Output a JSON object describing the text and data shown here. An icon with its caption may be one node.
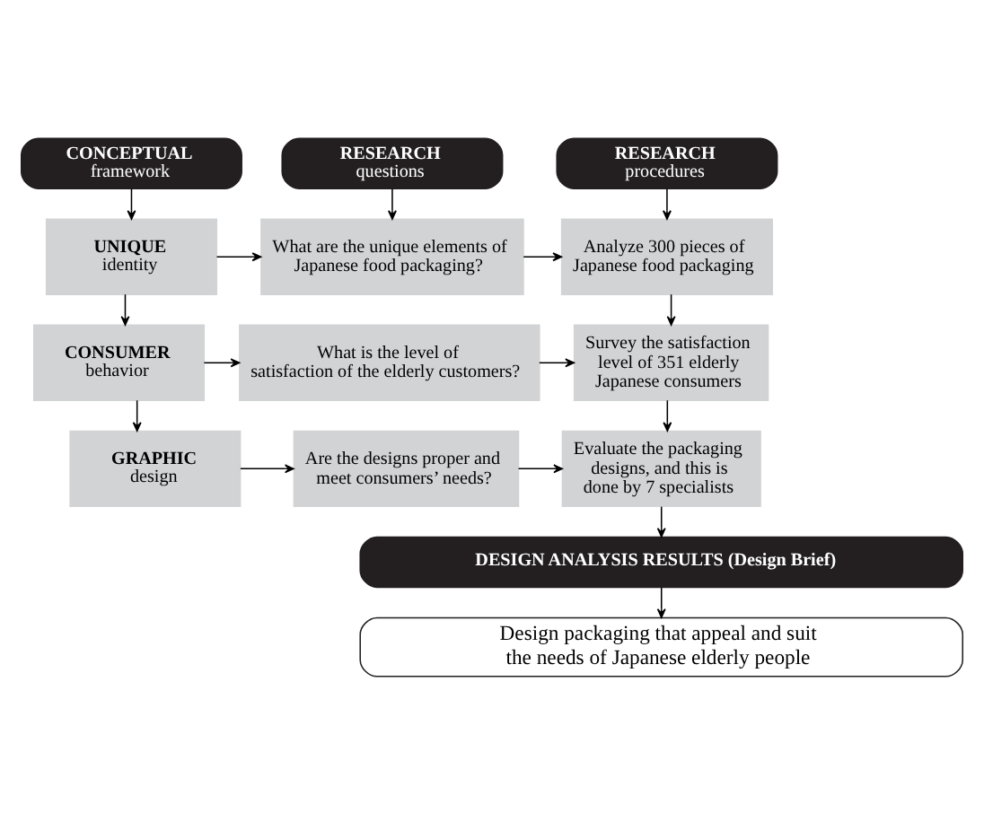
{
  "diagram": {
    "nodes": [
      {
        "text": [
          "CONCEPTUAL",
          "framework"
        ]
      },
      {
        "text": [
          "RESEARCH",
          "questions"
        ]
      },
      {
        "text": [
          "RESEARCH",
          "procedures"
        ]
      },
      {
        "text": [
          "UNIQUE",
          "identity"
        ]
      },
      {
        "text": [
          "What are the unique elements of Japanese food packaging?"
        ]
      },
      {
        "text": [
          "Analyze 300 pieces of Japanese food packaging"
        ]
      },
      {
        "text": [
          "CONSUMER",
          "behavior"
        ]
      },
      {
        "text": [
          "What is the level of satisfaction of the elderly customers?"
        ]
      },
      {
        "text": [
          "Survey the satisfaction level of 351 elderly Japanese consumers"
        ]
      },
      {
        "text": [
          "GRAPHIC",
          "design"
        ]
      },
      {
        "text": [
          "Are the designs proper and meet consumers’ needs?"
        ]
      },
      {
        "text": [
          "Evaluate the packaging designs, and this is done by 7 specialists"
        ]
      },
      {
        "text": [
          "DESIGN ANALYSIS RESULTS (Design Brief)"
        ]
      },
      {
        "text": [
          "Design packaging that appeal and suit the needs of Japanese elderly people"
        ]
      }
    ],
    "edges": [
      {
        "from": 0,
        "to": 3,
        "arrow": "to"
      },
      {
        "from": 1,
        "to": 4,
        "arrow": "to"
      },
      {
        "from": 2,
        "to": 5,
        "arrow": "to"
      },
      {
        "from": 3,
        "to": 4,
        "arrow": "to"
      },
      {
        "from": 4,
        "to": 5,
        "arrow": "to"
      },
      {
        "from": 3,
        "to": 6,
        "arrow": "to"
      },
      {
        "from": 5,
        "to": 8,
        "arrow": "to"
      },
      {
        "from": 6,
        "to": 7,
        "arrow": "to"
      },
      {
        "from": 7,
        "to": 8,
        "arrow": "to"
      },
      {
        "from": 6,
        "to": 9,
        "arrow": "to"
      },
      {
        "from": 8,
        "to": 11,
        "arrow": "to"
      },
      {
        "from": 9,
        "to": 10,
        "arrow": "to"
      },
      {
        "from": 10,
        "to": 11,
        "arrow": "to"
      },
      {
        "from": 11,
        "to": 12,
        "arrow": "to"
      },
      {
        "from": 12,
        "to": 13,
        "arrow": "to"
      }
    ]
  }
}
